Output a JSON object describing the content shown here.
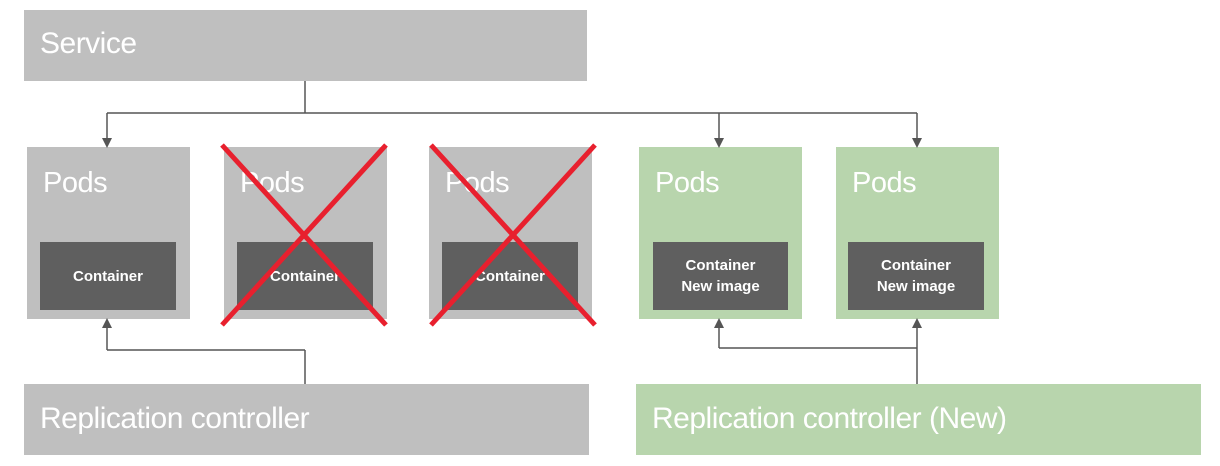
{
  "service": {
    "label": "Service"
  },
  "pods": [
    {
      "title": "Pods",
      "container": [
        "Container"
      ],
      "color": "#bfbfbf",
      "removed": false
    },
    {
      "title": "Pods",
      "container": [
        "Container"
      ],
      "color": "#bfbfbf",
      "removed": true
    },
    {
      "title": "Pods",
      "container": [
        "Container"
      ],
      "color": "#bfbfbf",
      "removed": true
    },
    {
      "title": "Pods",
      "container": [
        "Container",
        "New image"
      ],
      "color": "#b8d5ad",
      "removed": false
    },
    {
      "title": "Pods",
      "container": [
        "Container",
        "New image"
      ],
      "color": "#b8d5ad",
      "removed": false
    }
  ],
  "replication_controller": {
    "label": "Replication controller"
  },
  "replication_controller_new": {
    "label": "Replication controller (New)"
  },
  "colors": {
    "gray": "#bfbfbf",
    "green": "#b8d5ad",
    "container": "#5f5f5f",
    "cross": "#e8202e",
    "line": "#555555"
  }
}
